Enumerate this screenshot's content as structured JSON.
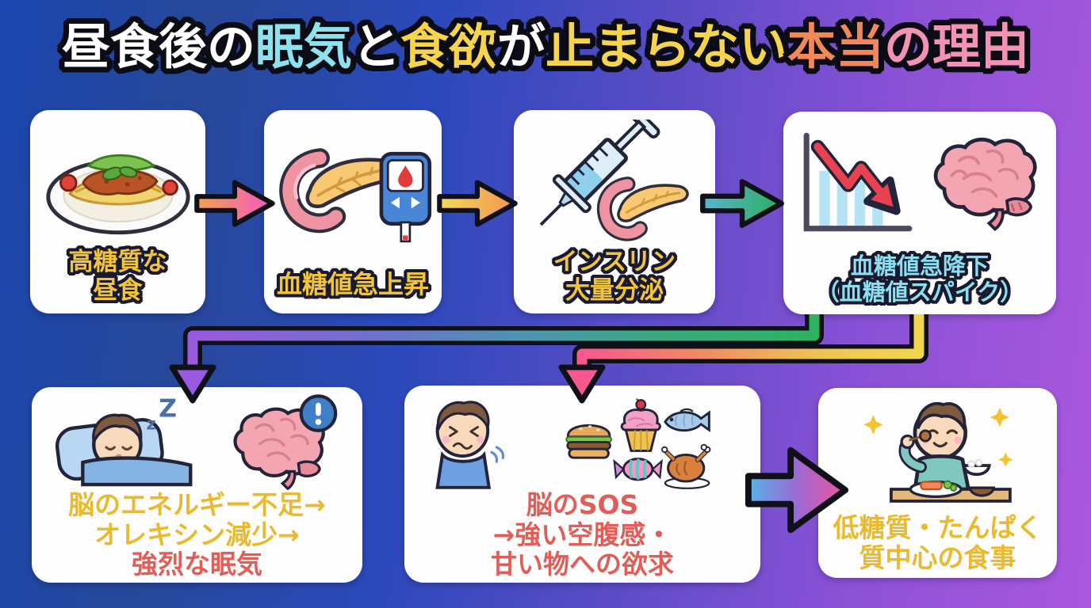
{
  "title": {
    "full_text": "昼食後の眠気と食欲が止まらない本当の理由",
    "segments": [
      {
        "text": "昼食後の",
        "color": "#ffffff"
      },
      {
        "text": "眠気",
        "color": "#8de2ee"
      },
      {
        "text": "と",
        "color": "#ffffff"
      },
      {
        "text": "食欲",
        "color": "#f6d44e"
      },
      {
        "text": "が",
        "color": "#ffffff"
      },
      {
        "text": "止まらない",
        "color": "#f6d44e"
      },
      {
        "text": "本当",
        "color": "#f0885a"
      },
      {
        "text": "の理由",
        "color": "#f492b4"
      }
    ]
  },
  "flow": {
    "top_steps": [
      {
        "id": "high-carb-lunch",
        "label_lines": [
          "高糖質な",
          "昼食"
        ],
        "label_color": "#f2c43c",
        "icons": [
          "pasta-plate"
        ]
      },
      {
        "id": "blood-sugar-surge",
        "label_lines": [
          "血糖値急上昇"
        ],
        "label_color": "#f2c43c",
        "icons": [
          "pancreas",
          "glucose-meter"
        ]
      },
      {
        "id": "insulin-release",
        "label_lines": [
          "インスリン",
          "大量分泌"
        ],
        "label_color": "#f2c43c",
        "icons": [
          "syringe",
          "pancreas"
        ]
      },
      {
        "id": "blood-sugar-crash",
        "label_lines": [
          "血糖値急降下",
          "（血糖値スパイク）"
        ],
        "label_color": "#8adff0",
        "icons": [
          "falling-chart",
          "brain"
        ]
      }
    ],
    "bottom_steps": [
      {
        "id": "strong-sleepiness",
        "label_lines": [
          "脳のエネルギー不足→",
          "オレキシン減少→",
          "強烈な眠気"
        ],
        "label_colors": [
          "#e9b92e",
          "#e9b92e",
          "#e05e58"
        ],
        "icons": [
          "sleeping-person",
          "brain-alert"
        ]
      },
      {
        "id": "brain-sos-cravings",
        "label_lines": [
          "脳のSOS",
          "→強い空腹感・",
          "甘い物への欲求"
        ],
        "label_colors": [
          "#e05e58",
          "#e05e58",
          "#e05e58"
        ],
        "icons": [
          "distressed-person",
          "burger",
          "cupcake",
          "fish",
          "candy",
          "roast-turkey"
        ]
      },
      {
        "id": "low-carb-solution",
        "label_lines": [
          "低糖質・たんぱく",
          "質中心の食事"
        ],
        "label_colors": [
          "#e9b92e",
          "#e9b92e"
        ],
        "icons": [
          "healthy-meal-person"
        ]
      }
    ],
    "edges": [
      {
        "from": "high-carb-lunch",
        "to": "blood-sugar-surge",
        "style": "block-arrow",
        "gradient": [
          "#f2a24e",
          "#f457c2"
        ]
      },
      {
        "from": "blood-sugar-surge",
        "to": "insulin-release",
        "style": "block-arrow",
        "gradient": [
          "#f5d95c",
          "#f09450"
        ]
      },
      {
        "from": "insulin-release",
        "to": "blood-sugar-crash",
        "style": "block-arrow",
        "gradient": [
          "#58b4cc",
          "#2fae62"
        ]
      },
      {
        "from": "blood-sugar-crash",
        "to": "strong-sleepiness",
        "style": "elbow-line",
        "gradient": [
          "#2cb360",
          "#9a5ae0"
        ]
      },
      {
        "from": "blood-sugar-crash",
        "to": "brain-sos-cravings",
        "style": "elbow-line",
        "gradient": [
          "#f2d44e",
          "#f7588e"
        ]
      },
      {
        "from": "brain-sos-cravings",
        "to": "low-carb-solution",
        "style": "block-arrow",
        "gradient": [
          "#58b2e8",
          "#9a6ad4",
          "#f0549a"
        ]
      }
    ]
  },
  "icons_text": {
    "zz_small": "z",
    "zz_large": "Z"
  },
  "palette": {
    "background_left": "#1b46ae",
    "background_right": "#ab58de",
    "card_background": "#fdfdfe",
    "label_gold": "#f2c43c",
    "label_cyan": "#8adff0",
    "label_red": "#e05e58",
    "outline_dark": "#0c0c16"
  }
}
